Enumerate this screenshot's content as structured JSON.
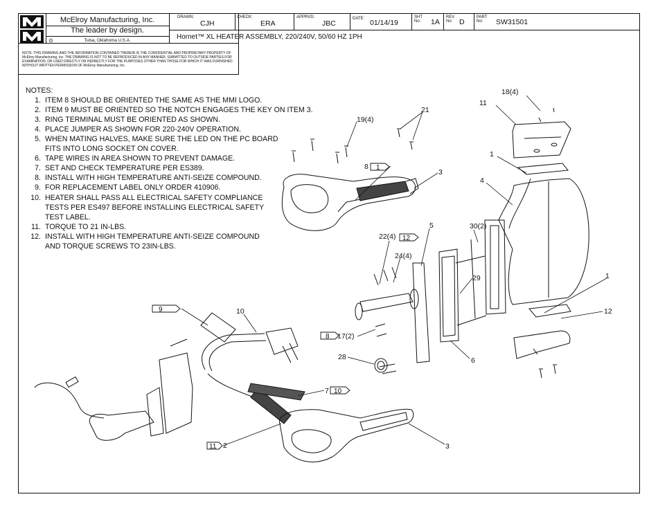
{
  "title_block": {
    "logo_text": "MMI",
    "company": "McElroy Manufacturing, Inc.",
    "slogan": "The leader by design.",
    "location": "Tulsa, Oklahoma U.S.A.",
    "drawn_label": "DRAWN:",
    "drawn": "CJH",
    "check_label": "CHECK:",
    "check": "ERA",
    "apprvd_label": "APPRVD:",
    "apprvd": "JBC",
    "date_label": "DATE:",
    "date": "01/14/19",
    "sht_label": "SHT No:",
    "sht": "1A",
    "rev_label": "REV No:",
    "rev": "D",
    "part_label": "PART No:",
    "part": "SW31501",
    "drawing_title": "Hornet™ XL HEATER ASSEMBLY, 220/240V, 50/60 HZ 1PH",
    "confidential_note": "NOTE: THIS DRAWING AND THE INFORMATION CONTAINED THEREIN IS THE CONFIDENTIAL AND PROPRIETARY PROPERTY OF McElroy Manufacturing, Inc. THE DRAWING IS NOT TO BE REPRODUCED IN ANY MANNER, SUBMITTED TO OUTSIDE PARTIES FOR EXAMINATION, OR USED DIRECTLY OR INDIRECTLY FOR THE PURPOSES OTHER THAN THOSE FOR WHICH IT WAS FURNISHED WITHOUT WRITTEN PERMISSION OF McElroy Manufacturing, Inc."
  },
  "notes": {
    "heading": "NOTES:",
    "items": [
      {
        "num": "1.",
        "lines": [
          "ITEM 8 SHOULD BE ORIENTED THE SAME AS THE MMI LOGO."
        ]
      },
      {
        "num": "2.",
        "lines": [
          "ITEM 9 MUST BE ORIENTED SO THE NOTCH ENGAGES THE KEY ON ITEM 3."
        ]
      },
      {
        "num": "3.",
        "lines": [
          "RING TERMINAL MUST BE ORIENTED AS SHOWN."
        ]
      },
      {
        "num": "4.",
        "lines": [
          "PLACE JUMPER AS SHOWN FOR 220-240V OPERATION."
        ]
      },
      {
        "num": "5.",
        "lines": [
          "WHEN MATING HALVES, MAKE SURE THE LED ON THE PC BOARD",
          "FITS INTO LONG SOCKET ON COVER."
        ]
      },
      {
        "num": "6.",
        "lines": [
          "TAPE WIRES IN AREA SHOWN TO PREVENT DAMAGE."
        ]
      },
      {
        "num": "7.",
        "lines": [
          "SET AND CHECK TEMPERATURE PER ES389."
        ]
      },
      {
        "num": "8.",
        "lines": [
          "INSTALL WITH HIGH TEMPERATURE ANTI-SEIZE COMPOUND."
        ]
      },
      {
        "num": "9.",
        "lines": [
          "FOR REPLACEMENT LABEL ONLY ORDER 410906."
        ]
      },
      {
        "num": "10.",
        "lines": [
          "HEATER SHALL PASS ALL ELECTRICAL SAFETY COMPLIANCE",
          "TESTS PER ES497 BEFORE INSTALLING ELECTRICAL SAFETY",
          "TEST LABEL."
        ]
      },
      {
        "num": "11.",
        "lines": [
          "TORQUE TO 21 IN-LBS."
        ]
      },
      {
        "num": "12.",
        "lines": [
          "INSTALL WITH HIGH TEMPERATURE ANTI-SEIZE COMPOUND",
          "AND TORQUE SCREWS TO 23IN-LBS."
        ]
      }
    ]
  },
  "callouts": {
    "c18": "18(4)",
    "c11": "11",
    "c21": "21",
    "c19": "19(4)",
    "c8_item": "8",
    "c8_note": "1",
    "c3_top": "3",
    "c1_top": "1",
    "c4": "4",
    "c5": "5",
    "c22": "22(4)",
    "c22_note": "12",
    "c30": "30(2)",
    "c24": "24(4)",
    "c29": "29",
    "c1_bottom": "1",
    "c12": "12",
    "c9_note": "9",
    "c10": "10",
    "c8_note2": "8",
    "c17": "17(2)",
    "c28": "28",
    "c6": "6",
    "c7_item": "7",
    "c7_note": "10",
    "c2_note": "11",
    "c2_item": "2",
    "c3_bottom": "3"
  }
}
